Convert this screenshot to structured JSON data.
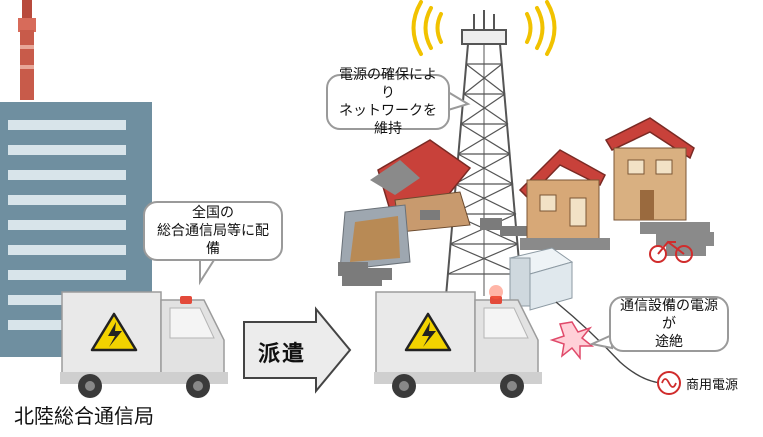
{
  "bubbles": {
    "dispatch_origin": {
      "line1": "全国の",
      "line2": "総合通信局等に配備"
    },
    "network_maintain": {
      "line1": "電源の確保により",
      "line2": "ネットワークを維持"
    },
    "power_outage": {
      "line1": "通信設備の電源が",
      "line2": "途絶"
    }
  },
  "arrow_label": "派遣",
  "office_label": "北陸総合通信局",
  "commercial_power_label": "商用電源",
  "colors": {
    "building": "#6f8fa0",
    "building_window": "#d8e4ea",
    "chimney": "#c85b4a",
    "truck_body": "#e9e9e9",
    "warning_yellow": "#f2d300",
    "arrow_fill": "#ececec",
    "roof_red": "#c8413a",
    "signal_yellow": "#f1c200"
  },
  "icons": [
    "electric-hazard-icon",
    "ac-power-icon",
    "radio-signal-icon",
    "spark-icon"
  ]
}
